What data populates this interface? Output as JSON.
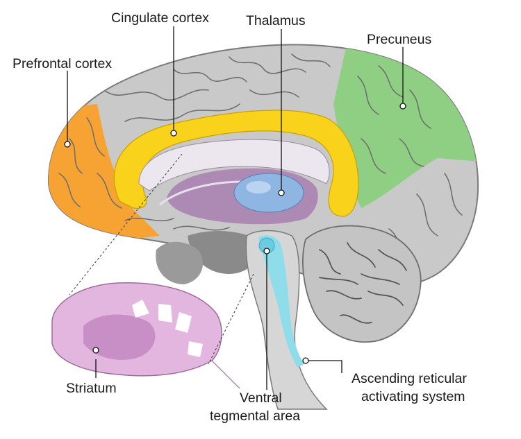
{
  "colors": {
    "cortex_gray": "#c9c9c9",
    "prefrontal": "#f7a334",
    "cingulate": "#f9d21c",
    "precuneus": "#8fcf84",
    "thalamus": "#8fb6e3",
    "striatum": "#e3b6e0",
    "diencephalon": "#a77fb0",
    "brainstem_blue": "#8fdcea",
    "cerebellum": "#c4c4c4"
  },
  "labels": {
    "prefrontal": "Prefrontal cortex",
    "cingulate": "Cingulate cortex",
    "thalamus": "Thalamus",
    "precuneus": "Precuneus",
    "striatum": "Striatum",
    "vta_line1": "Ventral",
    "vta_line2": "tegmental area",
    "aras_line1": "Ascending reticular",
    "aras_line2": "activating system"
  }
}
